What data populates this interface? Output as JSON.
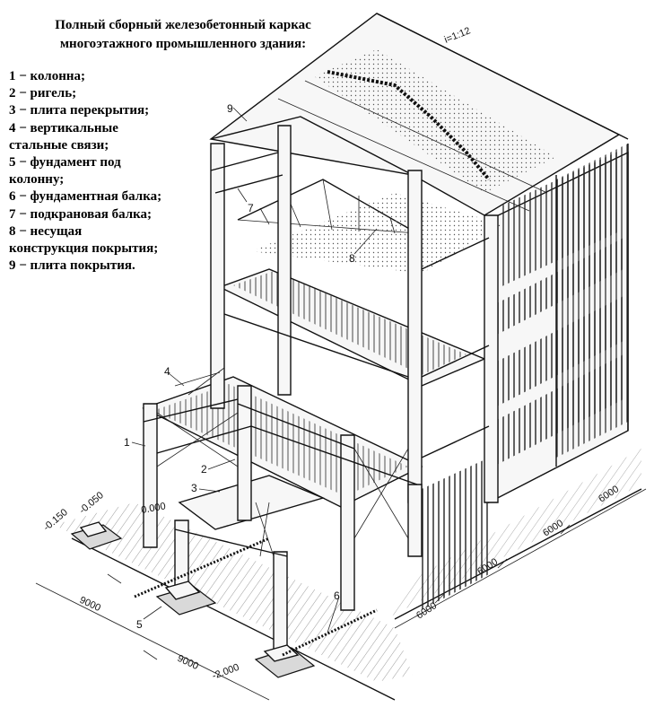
{
  "title": {
    "line1": "Полный сборный железобетонный каркас",
    "line2": "многоэтажного промышленного здания:"
  },
  "legend": [
    "1 − колонна;",
    "2 − ригель;",
    "3 − плита перекрытия;",
    "4 − вертикальные",
    "стальные связи;",
    "5 − фундамент под",
    "колонну;",
    "6 − фундаментная балка;",
    "7 − подкрановая балка;",
    "8 − несущая",
    "конструкция покрытия;",
    "9 − плита покрытия."
  ],
  "callouts": {
    "c1": "1",
    "c2": "2",
    "c3": "3",
    "c4": "4",
    "c5": "5",
    "c6": "6",
    "c7": "7",
    "c8": "8",
    "c9": "9"
  },
  "slope": "i=1:12",
  "levels": {
    "zero": "0.000",
    "minus015": "-0.150",
    "minus005": "-0.050",
    "minus2000": "-2.000"
  },
  "dimensions": {
    "d9000_a": "9000",
    "d9000_b": "9000",
    "d6000_a": "6000",
    "d6000_b": "6000",
    "d6000_c": "6000",
    "d6000_d": "6000"
  }
}
